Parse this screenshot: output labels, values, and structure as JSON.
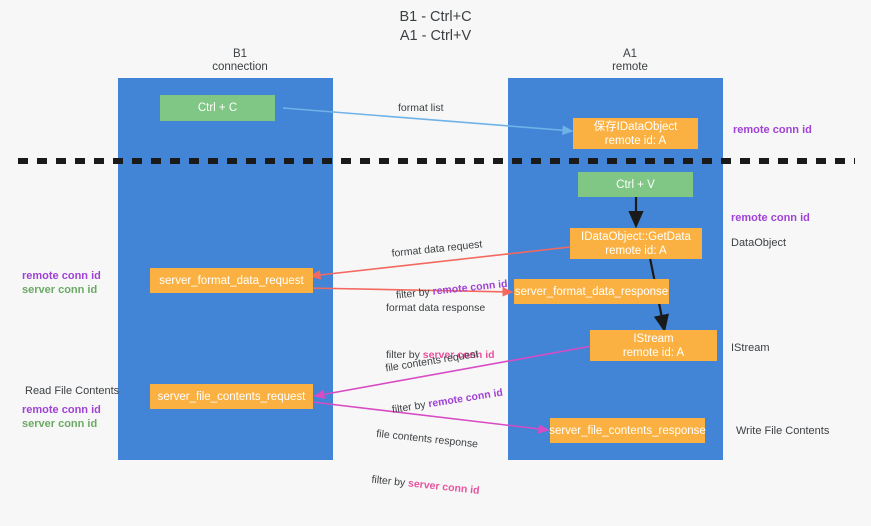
{
  "title": "B1 - Ctrl+C\nA1 - Ctrl+V",
  "colors": {
    "lane": "#4285d6",
    "green_node": "#80c684",
    "orange_node": "#fbb142",
    "remote_conn_id": "#a142d6",
    "server_conn_id": "#6aaa64",
    "server_conn_id_label": "#e8529e",
    "divider": "#1a1a1a",
    "background": "#f7f7f7"
  },
  "columns": [
    {
      "name": "B1",
      "subtitle": "connection"
    },
    {
      "name": "A1",
      "subtitle": "remote"
    }
  ],
  "nodes": {
    "ctrl_c": "Ctrl + C",
    "ctrl_v": "Ctrl + V",
    "save_dataobject": "保存IDataObject\nremote id: A",
    "getdata": "IDataObject::GetData\nremote id: A",
    "istream": "IStream\nremote id: A",
    "server_format_data_request": "server_format_data_request",
    "server_format_data_response": "server_format_data_response",
    "server_file_contents_request": "server_file_contents_request",
    "server_file_contents_response": "server_file_contents_response"
  },
  "edges": {
    "format_list": "format list",
    "format_data_request": "format data request",
    "format_data_request_filter_prefix": "filter by ",
    "format_data_request_filter_key": "remote conn id",
    "format_data_response": "format data response",
    "format_data_response_filter_prefix": "filter by ",
    "format_data_response_filter_key": "server conn id",
    "file_contents_request": "file contents request",
    "file_contents_request_filter_prefix": "filter by ",
    "file_contents_request_filter_key": "remote conn id",
    "file_contents_response": "file contents response",
    "file_contents_response_filter_prefix": "filter by ",
    "file_contents_response_filter_key": "server conn id"
  },
  "annotations": {
    "right_remote_conn_id_top": "remote conn id",
    "right_remote_conn_id_mid": "remote conn id",
    "right_dataobject": "DataObject",
    "right_istream": "IStream",
    "right_write_file_contents": "Write File Contents",
    "left_remote_conn_id": "remote conn id",
    "left_server_conn_id": "server conn id",
    "left_read_file_contents": "Read File Contents",
    "left_remote_conn_id_2": "remote conn id",
    "left_server_conn_id_2": "server conn id"
  }
}
